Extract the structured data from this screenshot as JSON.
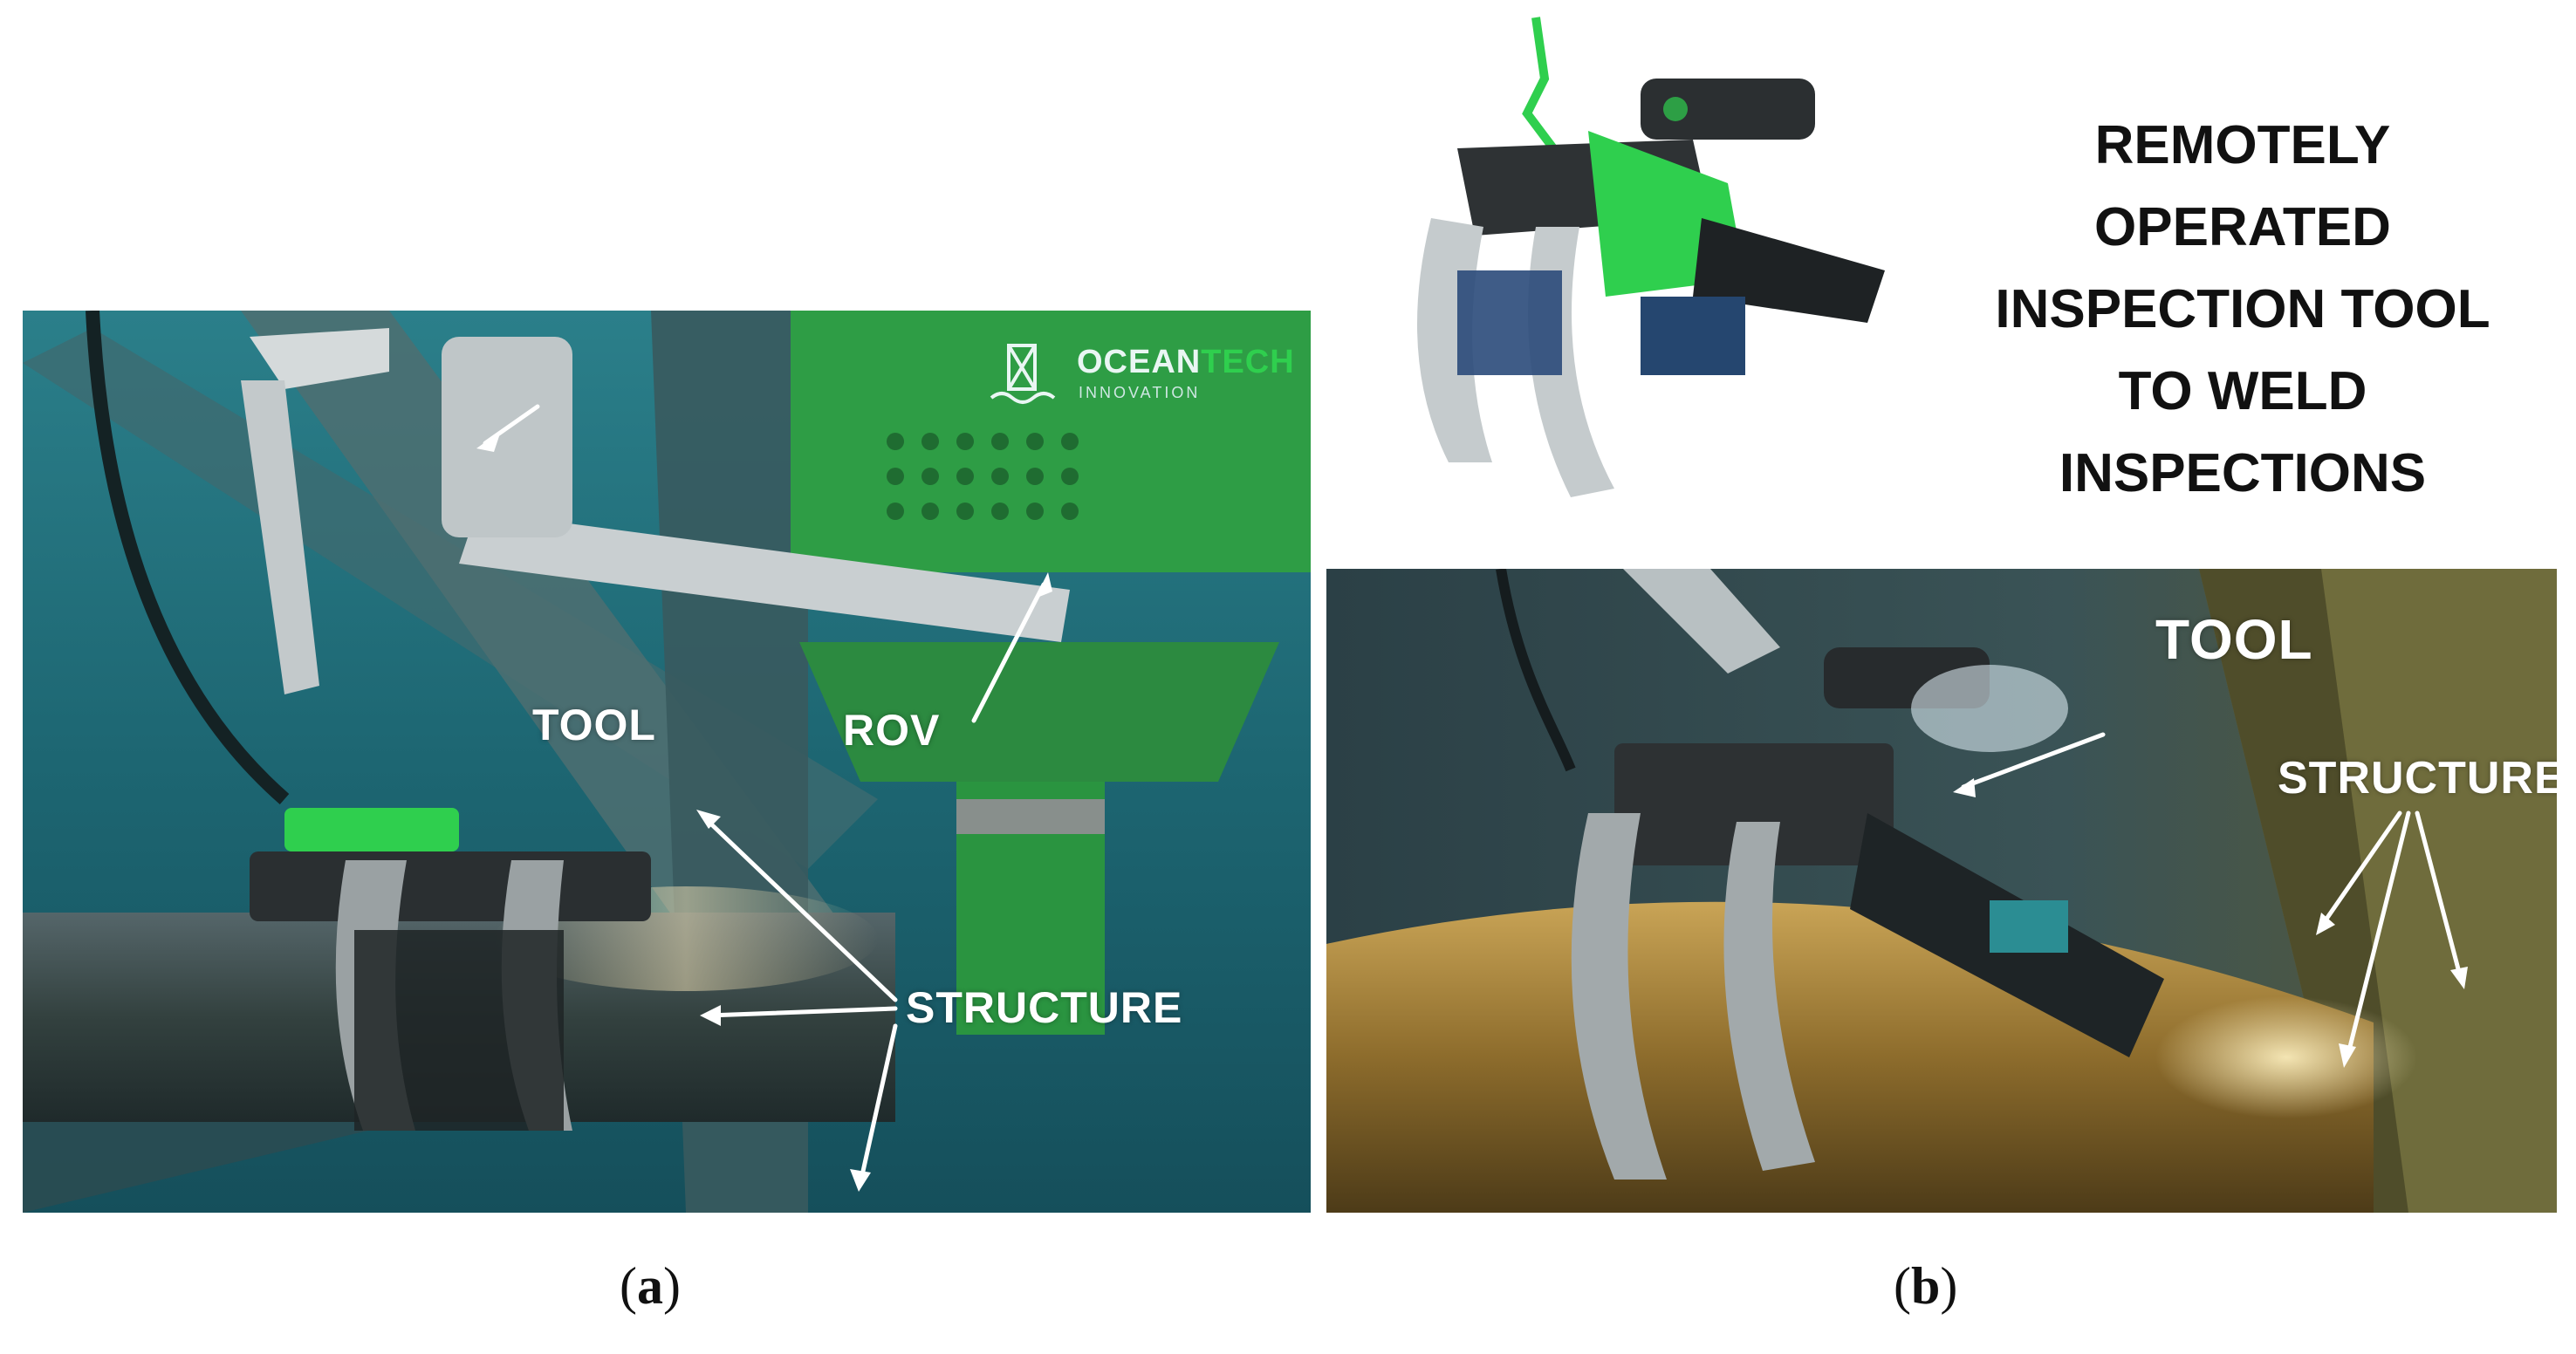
{
  "panel_a": {
    "logo": {
      "brand_left": "OCEAN",
      "brand_right": "TECH",
      "subtitle": "INNOVATION"
    },
    "labels": {
      "tool": "TOOL",
      "rov": "ROV",
      "structure": "STRUCTURE"
    },
    "caption_letter": "a"
  },
  "panel_b": {
    "title_lines": [
      "REMOTELY",
      "OPERATED",
      "INSPECTION TOOL",
      "TO WELD",
      "INSPECTIONS"
    ],
    "labels": {
      "tool": "TOOL",
      "structure": "STRUCTURE"
    },
    "caption_letter": "b"
  },
  "colors": {
    "accent_green": "#2fcf4e",
    "water": "#1f6470",
    "pipe_gold": "#b08a3a"
  }
}
